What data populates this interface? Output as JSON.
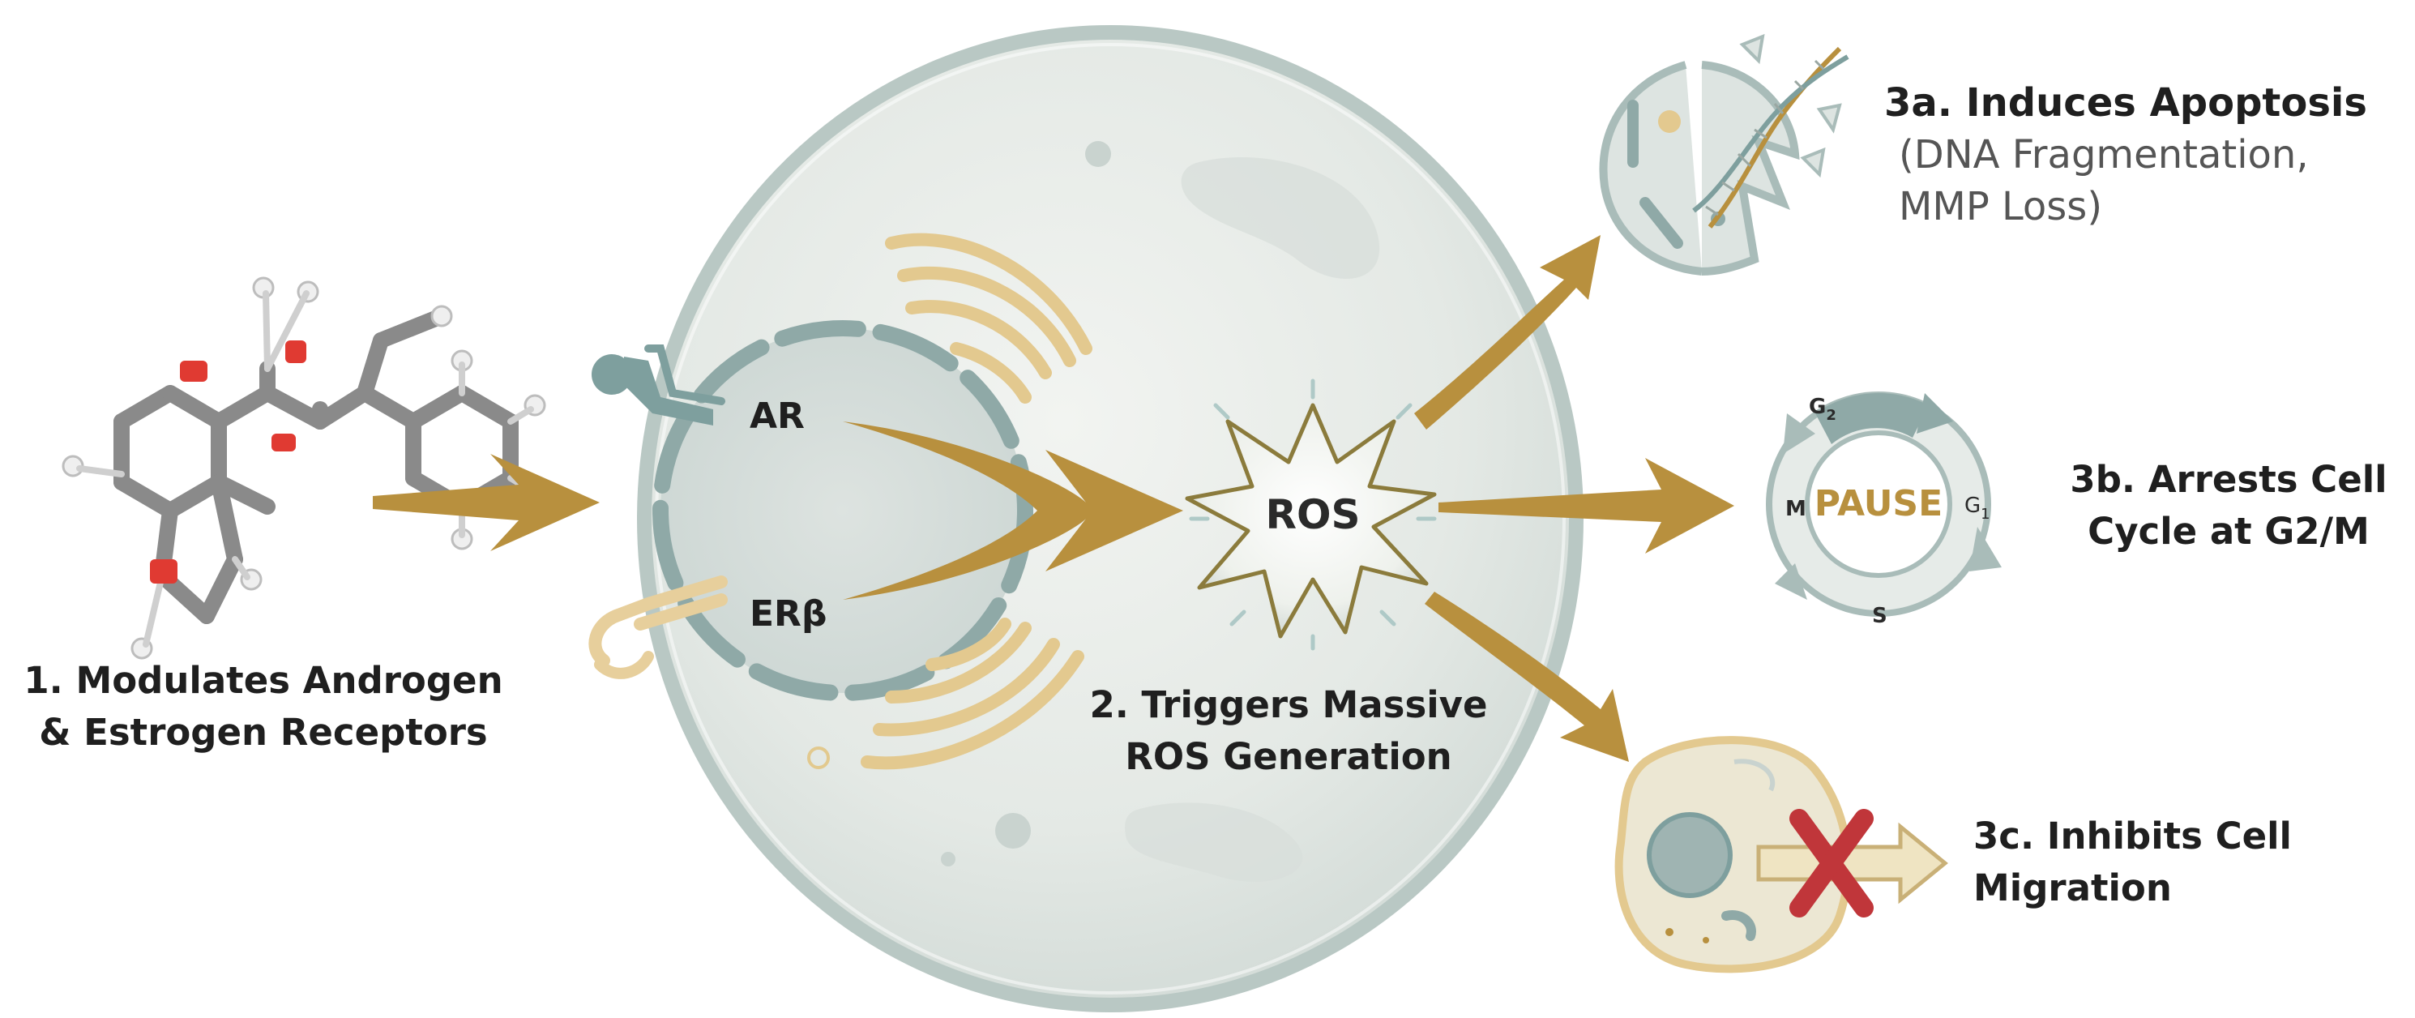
{
  "colors": {
    "arrow": "#b8903e",
    "cell_fill": "#e6ebe7",
    "cell_edge": "#b7c7c4",
    "teal": "#7e9f9e",
    "tan": "#e7cf9c",
    "red_x": "#c0363a",
    "text": "#1f1f1f",
    "subtext": "#555555"
  },
  "icons": {
    "molecule": "molecule-ball-and-stick-icon",
    "ar_receptor": "receptor-icon",
    "erb_receptor": "receptor-icon",
    "ros_burst": "starburst-icon",
    "apoptosis": "broken-cell-dna-icon",
    "cycle": "cell-cycle-ring-icon",
    "migration": "cell-with-blocked-arrow-icon"
  },
  "step1": {
    "line1": "1. Modulates Androgen",
    "line2": "& Estrogen Receptors"
  },
  "receptors": {
    "ar": "AR",
    "erb": "ERβ"
  },
  "ros": {
    "label": "ROS"
  },
  "step2": {
    "line1": "2. Triggers Massive",
    "line2": "ROS Generation"
  },
  "step3a": {
    "title": "3a. Induces Apoptosis",
    "sub1": "(DNA Fragmentation,",
    "sub2": "MMP Loss)"
  },
  "cycle": {
    "center": "PAUSE",
    "g2": "G",
    "g2_sub": "2",
    "g1": "G",
    "g1_sub": "1",
    "m": "M",
    "s": "S"
  },
  "step3b": {
    "line1": "3b. Arrests Cell",
    "line2": "Cycle at G2/M"
  },
  "step3c": {
    "line1": "3c. Inhibits Cell",
    "line2": "Migration"
  }
}
